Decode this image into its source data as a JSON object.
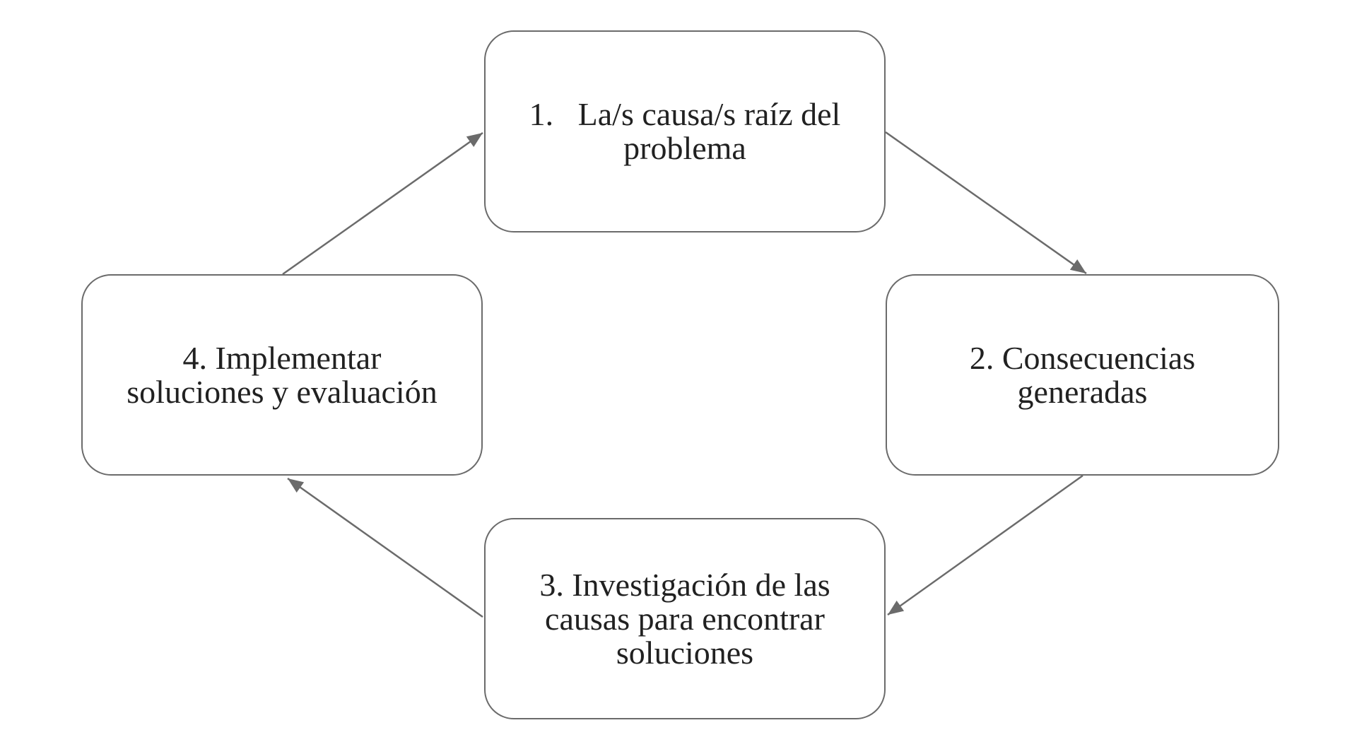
{
  "diagram": {
    "type": "cycle-flow",
    "nodes": [
      {
        "id": "step-1",
        "label": "1.   La/s causa/s raíz del\nproblema"
      },
      {
        "id": "step-2",
        "label": "2. Consecuencias\ngeneradas"
      },
      {
        "id": "step-3",
        "label": "3. Investigación de las\ncausas para encontrar\nsoluciones"
      },
      {
        "id": "step-4",
        "label": "4. Implementar\nsoluciones y evaluación"
      }
    ],
    "edges": [
      {
        "from": "step-1",
        "to": "step-2"
      },
      {
        "from": "step-2",
        "to": "step-3"
      },
      {
        "from": "step-3",
        "to": "step-4"
      },
      {
        "from": "step-4",
        "to": "step-1"
      }
    ],
    "colors": {
      "background": "#ffffff",
      "node_fill": "#ffffff",
      "node_border": "#6b6b6b",
      "arrow": "#6b6b6b",
      "text": "#212121"
    }
  }
}
